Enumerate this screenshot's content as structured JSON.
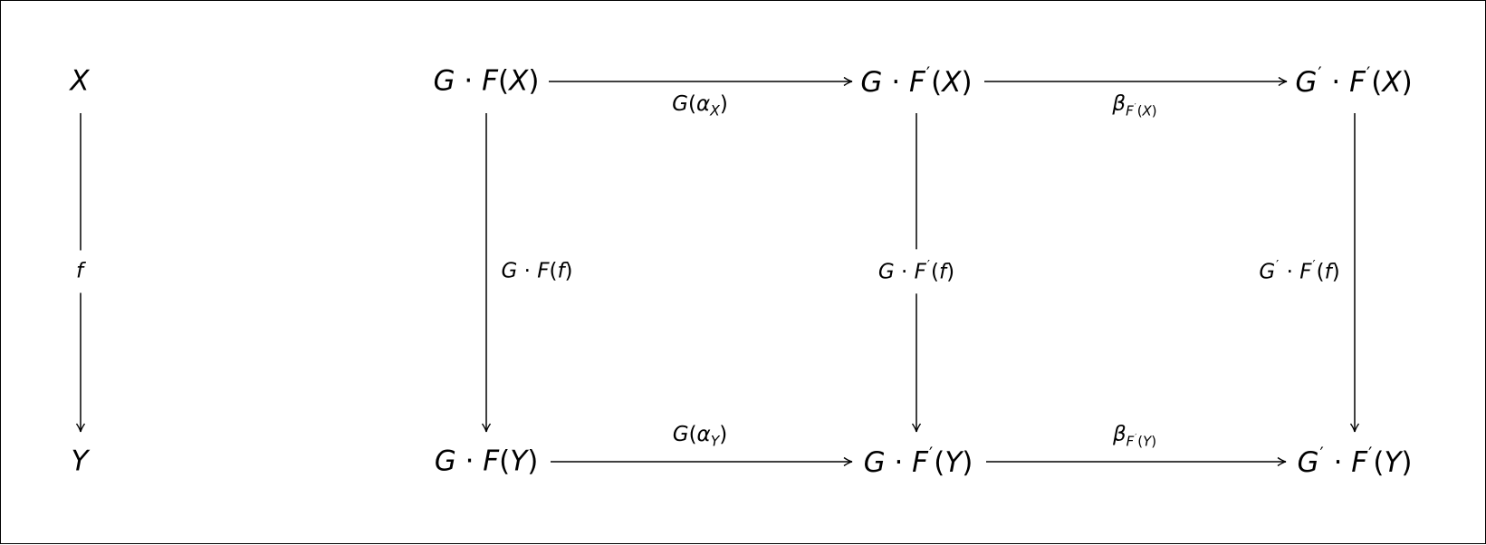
{
  "colors": {
    "line": "#000000",
    "background": "#ffffff",
    "text": "#000000"
  },
  "nodes": {
    "x": "X",
    "y": "Y",
    "gfx": "G · F(X)",
    "gfy": "G · F(Y)",
    "gfpx": "G · F′(X)",
    "gfpy": "G · F′(Y)",
    "gpfpx": "G′ · F′(X)",
    "gpfpy": "G′ · F′(Y)"
  },
  "arrows": {
    "f": "f",
    "g_alpha_x": "G(α_X)",
    "g_alpha_y": "G(α_Y)",
    "beta_fpx": "β_F′(X)",
    "beta_fpy": "β_F′(Y)",
    "gff": "G · F(f)",
    "gfpf": "G · F′(f)",
    "gpfpf": "G′ · F′(f)"
  }
}
